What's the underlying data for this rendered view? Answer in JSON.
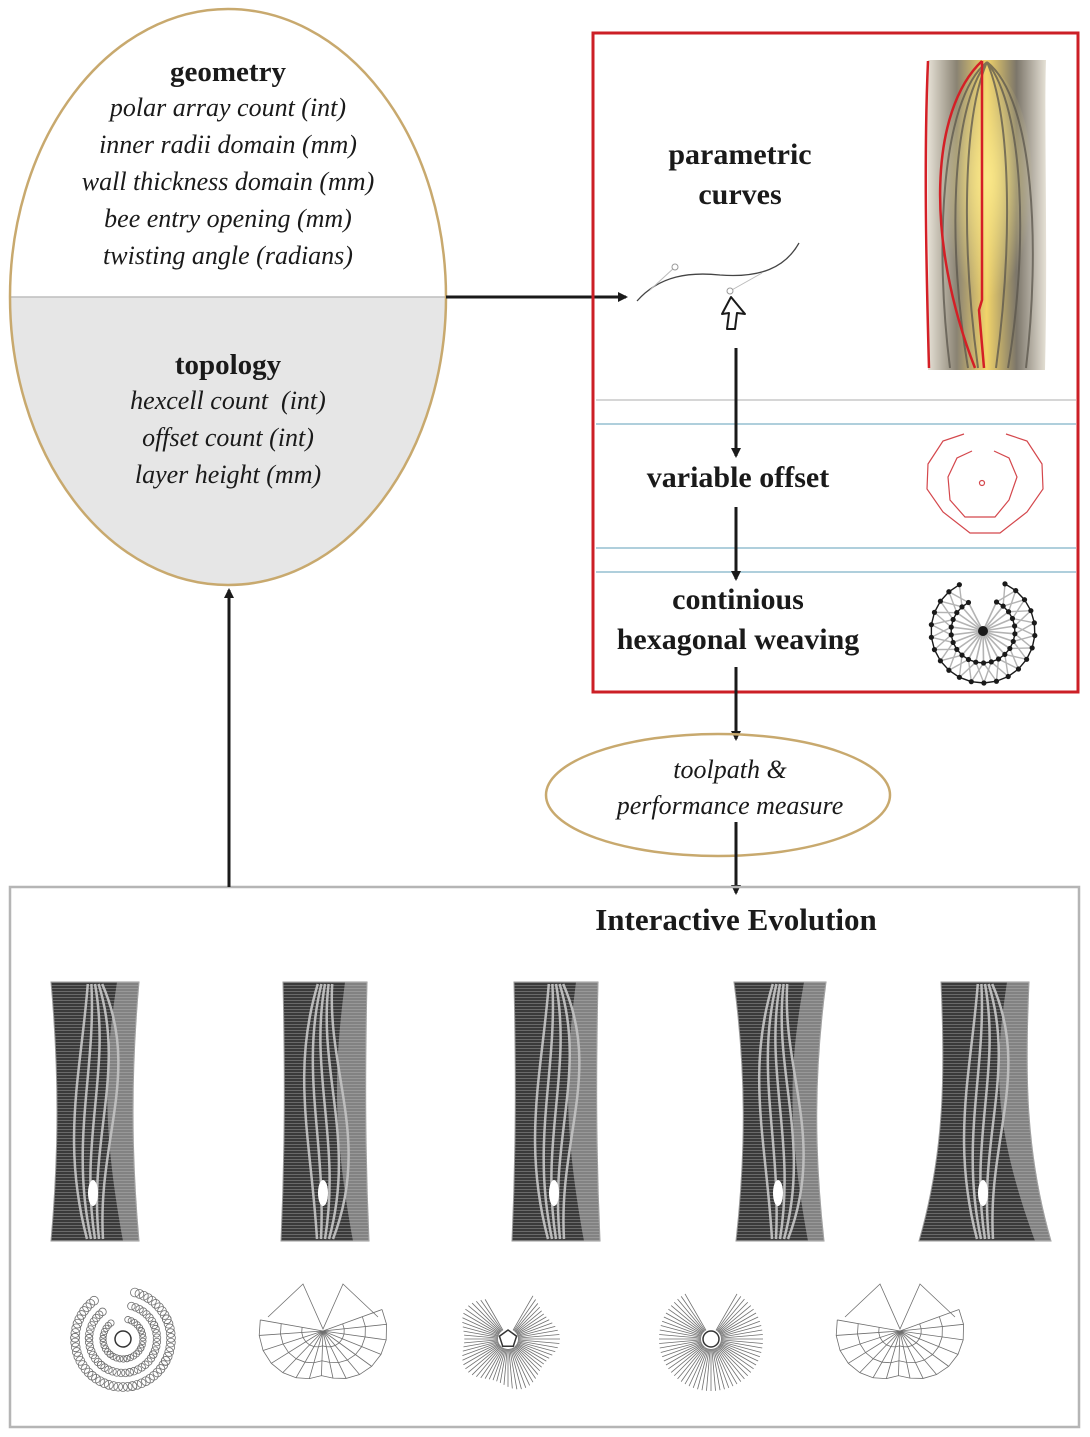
{
  "colors": {
    "ellipse_border": "#c8a96e",
    "topology_fill": "#e6e6e6",
    "red_frame": "#cc1f26",
    "blue_divider": "#7fb2c6",
    "gray_divider": "#c8c8c8",
    "gray_frame": "#b5b5b5",
    "arrow": "#1a1a1a"
  },
  "parameter_ellipse": {
    "geometry": {
      "title": "geometry",
      "params": [
        "polar array count (int)",
        "inner radii domain (mm)",
        "wall thickness domain (mm)",
        "bee entry opening (mm)",
        "twisting angle (radians)"
      ]
    },
    "topology": {
      "title": "topology",
      "params": [
        "hexcell count  (int)",
        "offset count (int)",
        "layer height (mm)"
      ]
    }
  },
  "pipeline": {
    "steps": [
      {
        "label_lines": [
          "parametric",
          "curves"
        ],
        "illustration": "bezier-curve-with-cursor and rendered-column-with-red-profile-curves"
      },
      {
        "label_lines": [
          "variable offset"
        ],
        "illustration": "red-nested-decagon-offsets"
      },
      {
        "label_lines": [
          "continious",
          "hexagonal weaving"
        ],
        "illustration": "hexagonal-weave-pattern-with-nodes"
      }
    ]
  },
  "output_ellipse": {
    "lines": [
      "toolpath &",
      "performance measure"
    ]
  },
  "interactive_evolution": {
    "title": "Interactive Evolution",
    "variants": [
      {
        "column_style": "hourglass-narrow-waist",
        "plan_style": "heptagon-circle-offsets"
      },
      {
        "column_style": "straight-twisted-bands",
        "plan_style": "butterfly-lattice"
      },
      {
        "column_style": "straight-slight-taper",
        "plan_style": "pentagon-radial-fins"
      },
      {
        "column_style": "hourglass-twisted",
        "plan_style": "circular-radial-fins"
      },
      {
        "column_style": "flared-base",
        "plan_style": "butterfly-hex-cells"
      }
    ]
  }
}
